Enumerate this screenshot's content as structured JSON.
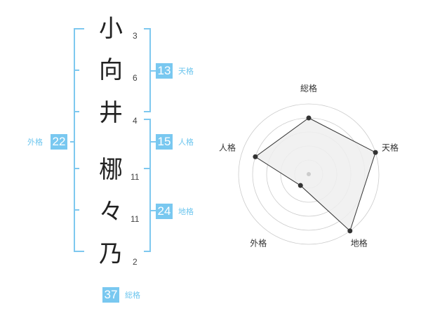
{
  "name": {
    "characters": [
      {
        "char": "小",
        "strokes": "3"
      },
      {
        "char": "向",
        "strokes": "6"
      },
      {
        "char": "井",
        "strokes": "4"
      },
      {
        "char": "梛",
        "strokes": "11"
      },
      {
        "char": "々",
        "strokes": "11"
      },
      {
        "char": "乃",
        "strokes": "2"
      }
    ]
  },
  "kakusu": {
    "tenkaku": {
      "value": "13",
      "label": "天格"
    },
    "jinkaku": {
      "value": "15",
      "label": "人格"
    },
    "chikaku": {
      "value": "24",
      "label": "地格"
    },
    "gaikaku": {
      "value": "22",
      "label": "外格"
    },
    "soukaku": {
      "value": "37",
      "label": "総格"
    }
  },
  "radar": {
    "axes": [
      "総格",
      "天格",
      "地格",
      "外格",
      "人格"
    ],
    "values": [
      4,
      5,
      5,
      1,
      4
    ],
    "max": 5
  },
  "colors": {
    "accent": "#6ec6ee",
    "badge": "#79c8f0",
    "line": "#7ec8ef",
    "radar_fill": "#eeeeee",
    "radar_stroke": "#333333",
    "grid": "#cccccc"
  }
}
